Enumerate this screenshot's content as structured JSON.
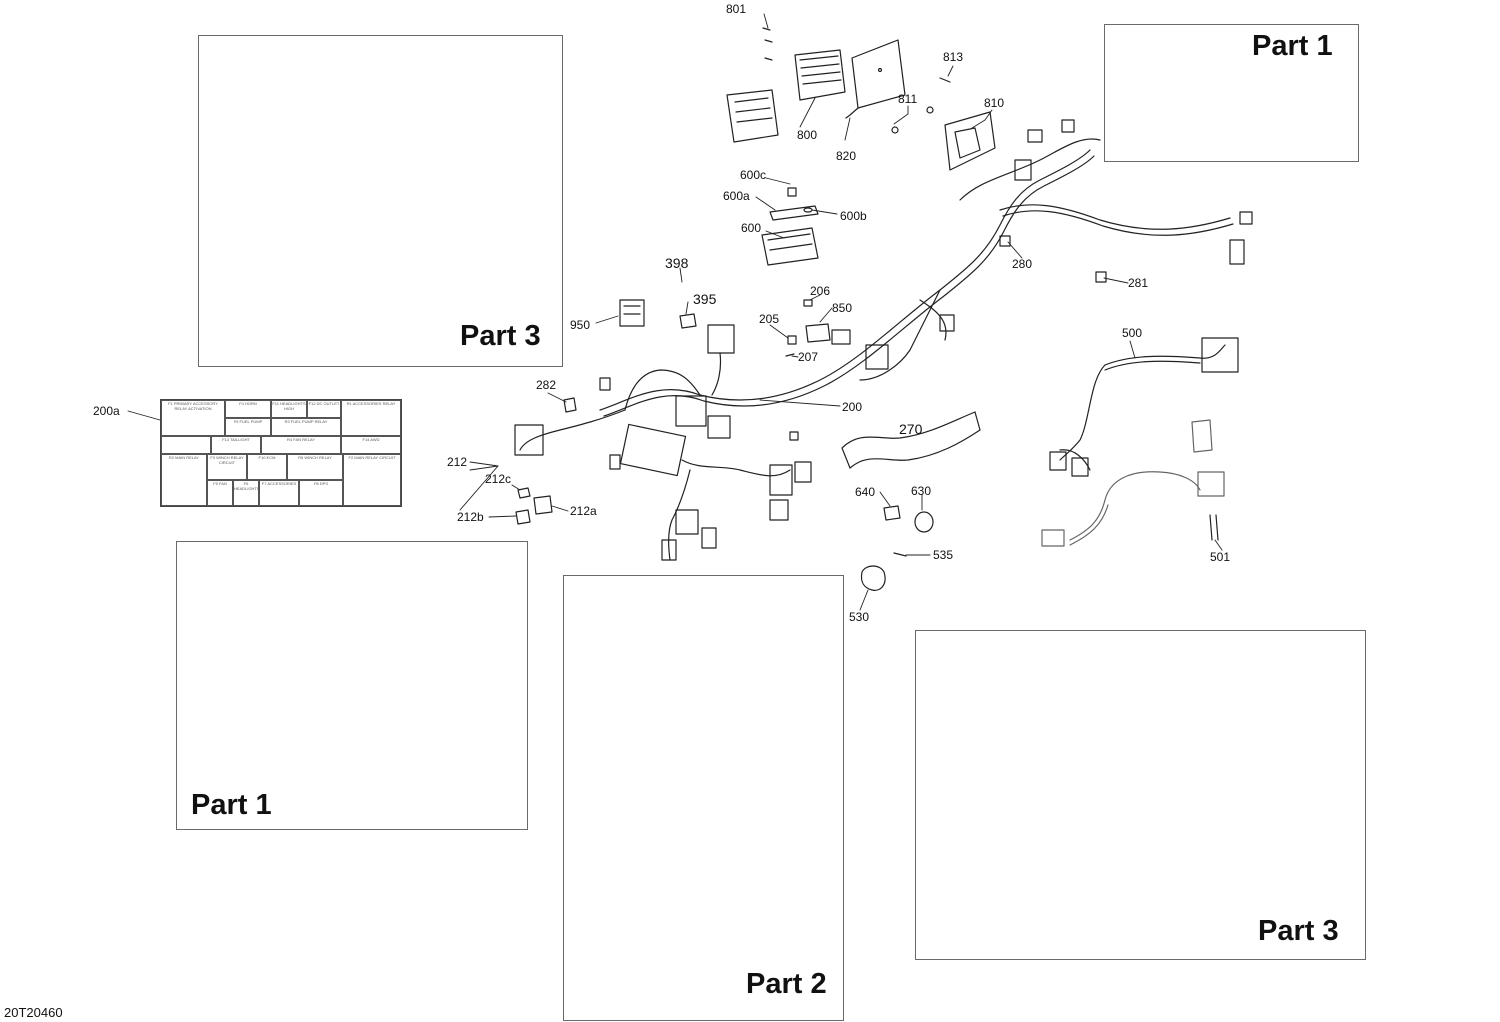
{
  "figure_id": "20T20460",
  "panels": {
    "part3_top_left": "Part 3",
    "part1_top_right": "Part 1",
    "part1_bottom_left": "Part 1",
    "part2_bottom_center": "Part 2",
    "part3_bottom_right": "Part 3"
  },
  "callouts": {
    "c801": "801",
    "c800": "800",
    "c820": "820",
    "c813": "813",
    "c811": "811",
    "c810": "810",
    "c600c": "600c",
    "c600a": "600a",
    "c600b": "600b",
    "c600": "600",
    "c398": "398",
    "c395": "395",
    "c950": "950",
    "c206": "206",
    "c850": "850",
    "c205": "205",
    "c207": "207",
    "c280": "280",
    "c281": "281",
    "c500": "500",
    "c282": "282",
    "c200": "200",
    "c200a": "200a",
    "c270": "270",
    "c212": "212",
    "c212c": "212c",
    "c212a": "212a",
    "c212b": "212b",
    "c640": "640",
    "c630": "630",
    "c535": "535",
    "c530": "530",
    "c501": "501"
  },
  "fuse_box_legend": {
    "f1": "F1 PRIMARY ACCESSORY RELAY ACTIVATION",
    "f2": "F2 MAIN RELAY CIRCUIT",
    "f3": "F3 WINCH RELAY CIRCUIT",
    "f4": "F4 HORN",
    "f5": "F5 FAN",
    "f6": "F6 HEADLIGHTS",
    "f7": "F7 ACCESSORIES",
    "f8": "F8 DPS",
    "f9": "F9 FUEL PUMP",
    "f10": "F10 ECM",
    "f11": "F11 HEADLIGHTS HIGH",
    "f12": "F12 DC OUTLET",
    "f13": "F13 TAILLIGHT",
    "f14": "F14 AWD",
    "r1": "R1 ACCESSORIES RELAY",
    "r2": "R2 MAIN RELAY",
    "r3": "R3 FUEL PUMP RELAY",
    "r4": "R4 FAN RELAY",
    "r5": "R5 WINCH RELAY"
  }
}
